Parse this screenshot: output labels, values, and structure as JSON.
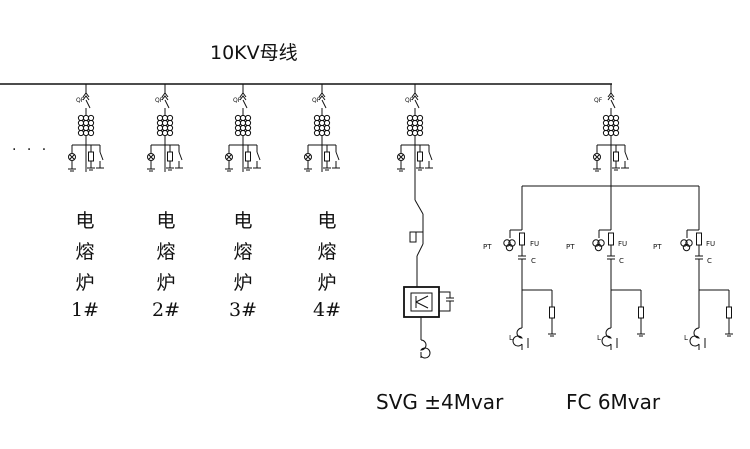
{
  "title": "10KV母线",
  "ellipsis": "· · ·",
  "feeder_label": "QF",
  "furnaces": [
    {
      "chars": [
        "电",
        "熔",
        "炉"
      ],
      "number": "1#"
    },
    {
      "chars": [
        "电",
        "熔",
        "炉"
      ],
      "number": "2#"
    },
    {
      "chars": [
        "电",
        "熔",
        "炉"
      ],
      "number": "3#"
    },
    {
      "chars": [
        "电",
        "熔",
        "炉"
      ],
      "number": "4#"
    }
  ],
  "svg_branch": {
    "label": "SVG ±4Mvar"
  },
  "fc_branch": {
    "label": "FC 6Mvar",
    "component_labels": {
      "pt": "PT",
      "fu": "FU",
      "c": "C",
      "l": "L"
    }
  },
  "line_color": "#111111"
}
